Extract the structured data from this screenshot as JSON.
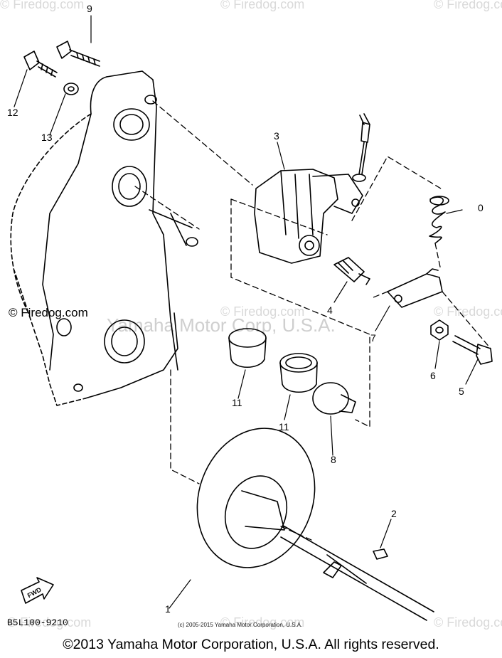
{
  "watermarks": {
    "corner": "© Firedog.com",
    "side": "© Firedog.com",
    "center": "Yamaha Motor Corp, U.S.A."
  },
  "callouts": [
    "9",
    "12",
    "13",
    "3",
    "0",
    "4",
    "7",
    "6",
    "5",
    "11",
    "11",
    "8",
    "2",
    "1"
  ],
  "fwd_label": "FWD",
  "diagram_code": "B5L100-9210",
  "small_copyright": "(c) 2005-2015 Yamaha Motor Corporation, U.S.A.",
  "footer": "©2013 Yamaha Motor Corporation, U.S.A. All rights reserved."
}
